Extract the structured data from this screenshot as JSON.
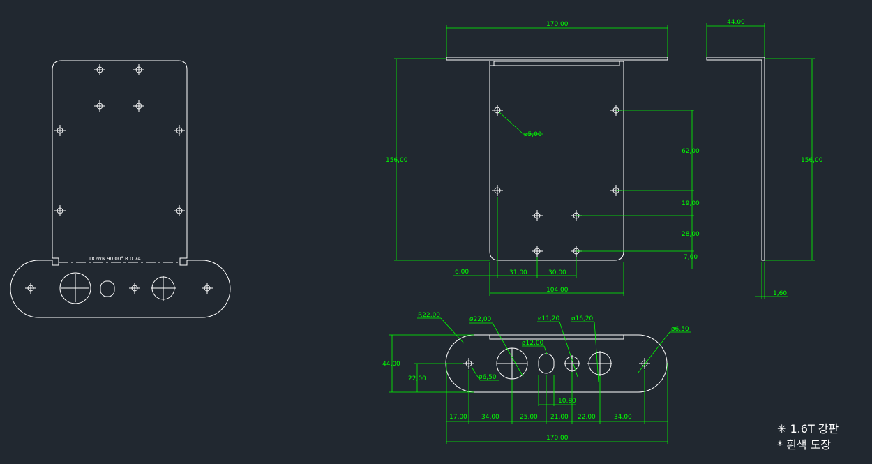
{
  "colors": {
    "background": "#212830",
    "geometry": "#ffffff",
    "dimension": "#00ff00"
  },
  "flat_pattern": {
    "bend_note": "DOWN  90.00°  R 0.74"
  },
  "dimensions": {
    "top_width": "170,00",
    "side_width": "44,00",
    "height_left": "156,00",
    "height_right": "156,00",
    "hole_dia": "ø5,00",
    "v62": "62,00",
    "v19": "19,00",
    "v28": "28,00",
    "v7": "7,00",
    "h6": "6,00",
    "h31": "31,00",
    "h30": "30,00",
    "h104": "104,00",
    "thickness": "1,60",
    "r22": "R22,00",
    "d22": "ø22,00",
    "d11": "ø11,20",
    "d16": "ø16,20",
    "d65a": "ø6,50",
    "d12": "ø12,00",
    "d65b": "ø6,50",
    "v44": "44,00",
    "v22": "22,00",
    "w108": "10,80",
    "b17": "17,00",
    "b34a": "34,00",
    "b25": "25,00",
    "b21": "21,00",
    "b22": "22,00",
    "b34b": "34,00",
    "bottom_width": "170,00"
  },
  "notes": {
    "line1": "✳ 1.6T  강판",
    "line2": "* 흰색 도장"
  }
}
